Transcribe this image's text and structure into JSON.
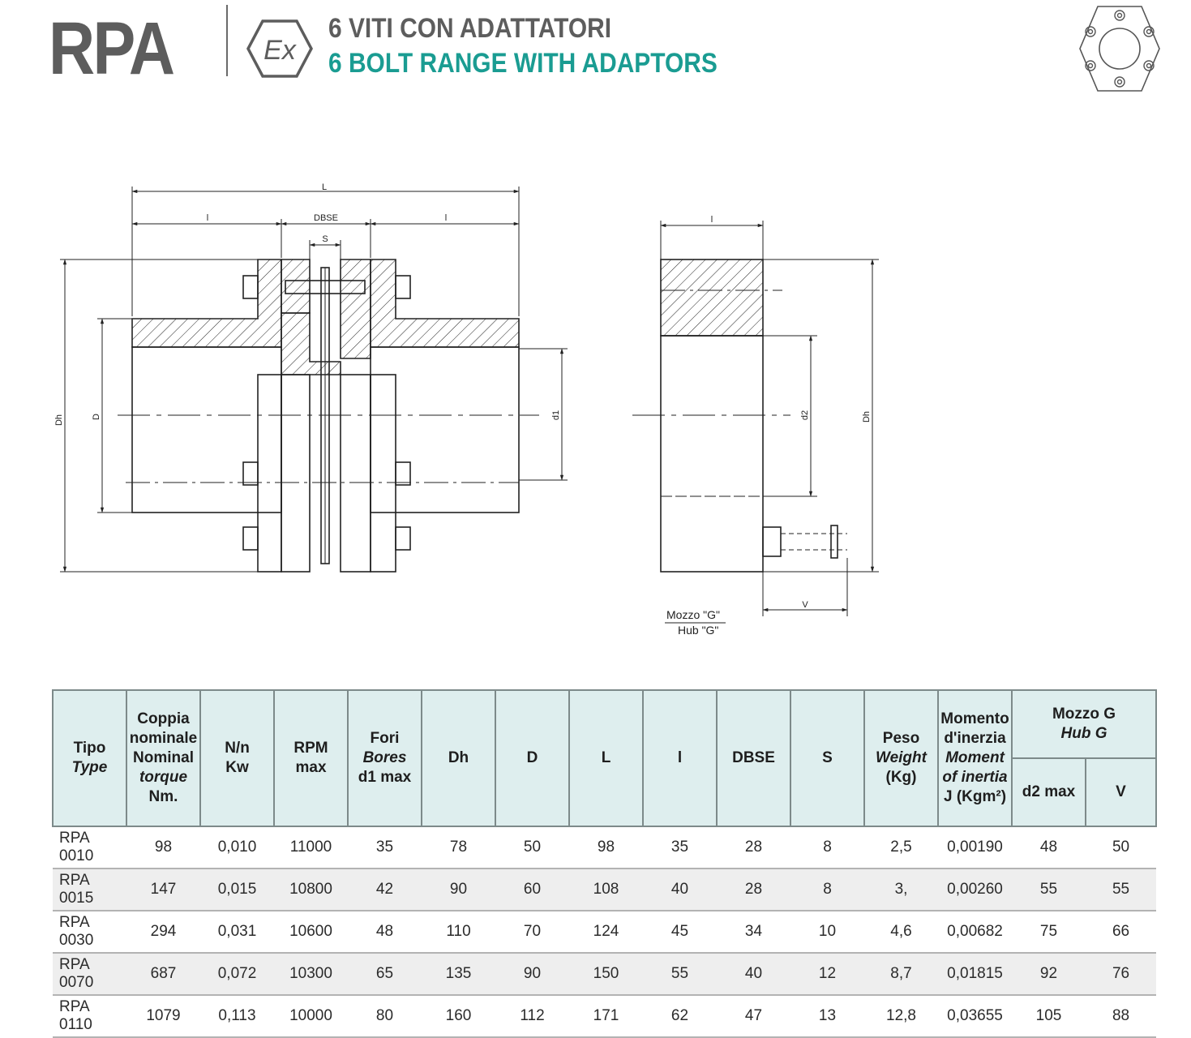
{
  "header": {
    "code": "RPA",
    "title_it": "6 VITI CON ADATTATORI",
    "title_en": "6 BOLT RANGE WITH ADAPTORS",
    "ex_mark": "Ex",
    "accent_color": "#1a9c92",
    "flange_icon": "six-bolt-flange-icon"
  },
  "drawing": {
    "labels": {
      "L": "L",
      "l": "l",
      "DBSE": "DBSE",
      "S": "S",
      "Dh": "Dh",
      "D": "D",
      "d1": "d1",
      "d2": "d2",
      "V": "V"
    },
    "hub_label_it": "Mozzo \"G\"",
    "hub_label_en": "Hub  \"G\""
  },
  "table": {
    "headers": {
      "tipo": "Tipo",
      "tipo_en": "Type",
      "coppia_1": "Coppia",
      "coppia_2": "nominale",
      "coppia_3": "Nominal",
      "coppia_4": "torque",
      "coppia_5": "Nm.",
      "nkw_1": "N/n",
      "nkw_2": "Kw",
      "rpm_1": "RPM",
      "rpm_2": "max",
      "fori_1": "Fori",
      "fori_2": "Bores",
      "fori_3": "d1 max",
      "dh": "Dh",
      "d": "D",
      "l_big": "L",
      "l_small": "l",
      "dbse": "DBSE",
      "s": "S",
      "peso_1": "Peso",
      "peso_2": "Weight",
      "peso_3": "(Kg)",
      "mom_1": "Momento",
      "mom_2": "d'inerzia",
      "mom_3": "Moment",
      "mom_4": "of inertia",
      "mom_5": "J (Kgm²)",
      "mozzo_1": "Mozzo G",
      "mozzo_2": "Hub G",
      "d2max": "d2 max",
      "v": "V"
    },
    "rows": [
      {
        "type": "RPA 0010",
        "torque": "98",
        "nkw": "0,010",
        "rpm": "11000",
        "bores": "35",
        "dh": "78",
        "d": "50",
        "L": "98",
        "l": "35",
        "dbse": "28",
        "s": "8",
        "weight": "2,5",
        "inertia": "0,00190",
        "d2max": "48",
        "v": "50"
      },
      {
        "type": "RPA 0015",
        "torque": "147",
        "nkw": "0,015",
        "rpm": "10800",
        "bores": "42",
        "dh": "90",
        "d": "60",
        "L": "108",
        "l": "40",
        "dbse": "28",
        "s": "8",
        "weight": "3,",
        "inertia": "0,00260",
        "d2max": "55",
        "v": "55"
      },
      {
        "type": "RPA 0030",
        "torque": "294",
        "nkw": "0,031",
        "rpm": "10600",
        "bores": "48",
        "dh": "110",
        "d": "70",
        "L": "124",
        "l": "45",
        "dbse": "34",
        "s": "10",
        "weight": "4,6",
        "inertia": "0,00682",
        "d2max": "75",
        "v": "66"
      },
      {
        "type": "RPA 0070",
        "torque": "687",
        "nkw": "0,072",
        "rpm": "10300",
        "bores": "65",
        "dh": "135",
        "d": "90",
        "L": "150",
        "l": "55",
        "dbse": "40",
        "s": "12",
        "weight": "8,7",
        "inertia": "0,01815",
        "d2max": "92",
        "v": "76"
      },
      {
        "type": "RPA 0110",
        "torque": "1079",
        "nkw": "0,113",
        "rpm": "10000",
        "bores": "80",
        "dh": "160",
        "d": "112",
        "L": "171",
        "l": "62",
        "dbse": "47",
        "s": "13",
        "weight": "12,8",
        "inertia": "0,03655",
        "d2max": "105",
        "v": "88"
      }
    ]
  }
}
